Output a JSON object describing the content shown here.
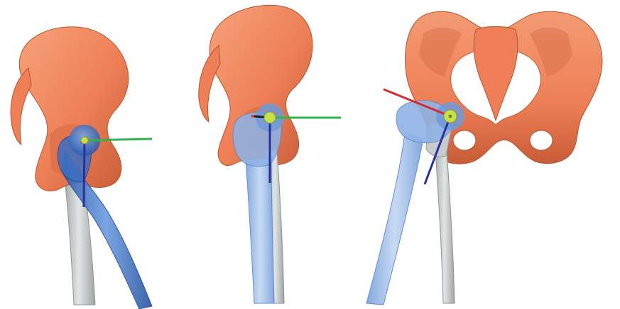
{
  "scene": {
    "views": [
      {
        "id": "left",
        "orientation": "lateral"
      },
      {
        "id": "middle",
        "orientation": "lateral-flexed"
      },
      {
        "id": "right",
        "orientation": "anterior"
      }
    ]
  },
  "colors": {
    "background": "#ffffff",
    "pelvis": "#ee7f56",
    "pelvis_shadow": "#c9603c",
    "pelvis_highlight": "#f8a47f",
    "femur_grey": "#c7cbcb",
    "femur_grey_shadow": "#9ea3a4",
    "femur_blue": "#4b7fce",
    "femur_blue_light": "#8fb3e6",
    "femur_blue_transparent": "#6e9ad8",
    "joint_center": "#c8e04a",
    "axis_x": "#d62b2b",
    "axis_y": "#36b34a",
    "axis_z": "#2a2f9a"
  }
}
